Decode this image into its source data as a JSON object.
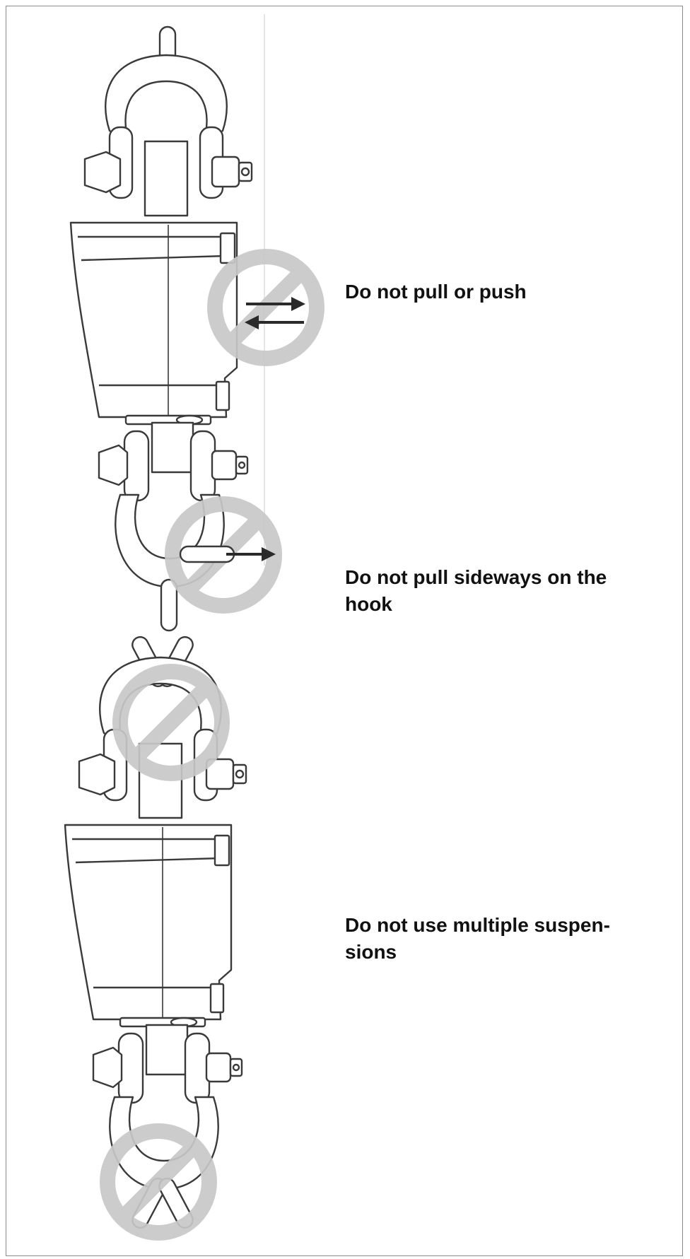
{
  "warnings": [
    {
      "label": "Do not pull or push"
    },
    {
      "label": "Do not pull sideways on the hook"
    },
    {
      "label": "Do not use multiple suspen-sions"
    }
  ],
  "colors": {
    "outline": "#3a3a3a",
    "prohibition": "#c8c8c8",
    "frame": "#8a8a8a",
    "text": "#111111"
  },
  "icons": [
    "crane-scale-figure",
    "prohibition-sign-icon",
    "arrow-icon"
  ]
}
